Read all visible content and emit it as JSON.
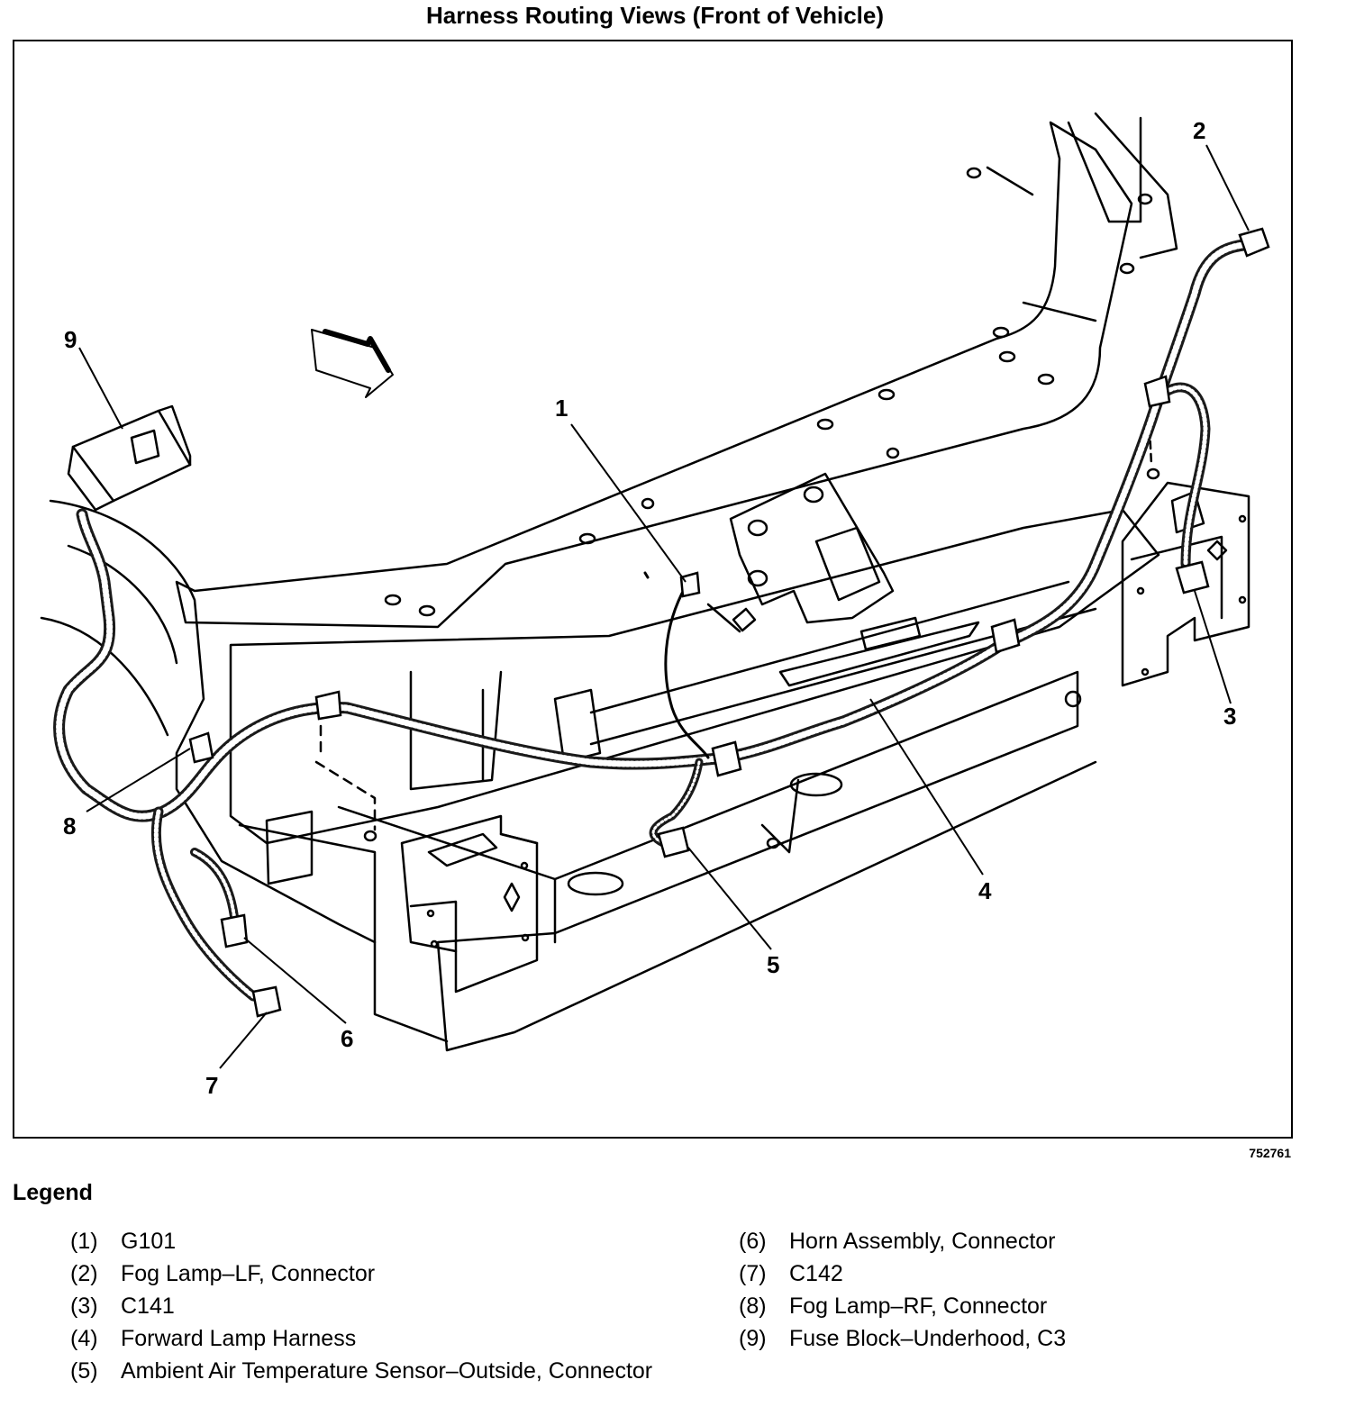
{
  "title": "Harness Routing Views (Front of Vehicle)",
  "figure_id": "752761",
  "callouts": [
    "1",
    "2",
    "3",
    "4",
    "5",
    "6",
    "7",
    "8",
    "9"
  ],
  "legend": {
    "heading": "Legend",
    "items": [
      {
        "num": "(1)",
        "text": "G101"
      },
      {
        "num": "(2)",
        "text": "Fog Lamp–LF, Connector"
      },
      {
        "num": "(3)",
        "text": "C141"
      },
      {
        "num": "(4)",
        "text": "Forward Lamp Harness"
      },
      {
        "num": "(5)",
        "text": "Ambient Air Temperature Sensor–Outside, Connector"
      },
      {
        "num": "(6)",
        "text": "Horn Assembly, Connector"
      },
      {
        "num": "(7)",
        "text": "C142"
      },
      {
        "num": "(8)",
        "text": "Fog Lamp–RF, Connector"
      },
      {
        "num": "(9)",
        "text": "Fuse Block–Underhood, C3"
      }
    ]
  },
  "colors": {
    "ink": "#000000",
    "paper": "#ffffff",
    "harness": "#1a1a1a"
  }
}
